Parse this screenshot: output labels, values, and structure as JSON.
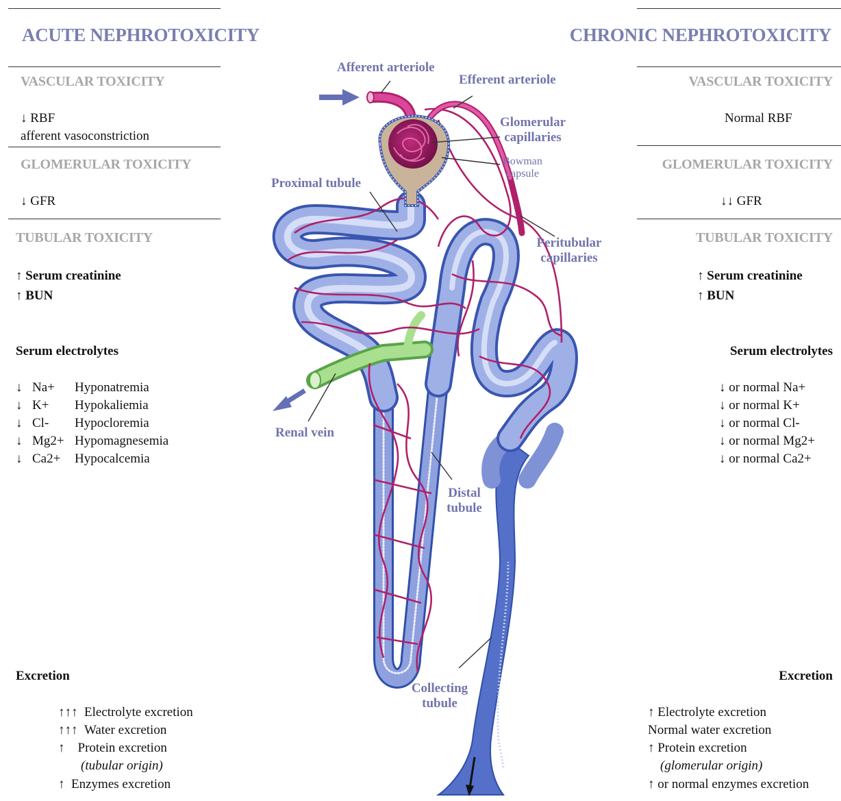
{
  "left": {
    "title": "ACUTE NEPHROTOXICITY",
    "vascular": {
      "heading": "VASCULAR TOXICITY",
      "line1": "↓ RBF",
      "line2": "afferent vasoconstriction"
    },
    "glomerular": {
      "heading": "GLOMERULAR TOXICITY",
      "line1": "↓ GFR"
    },
    "tubular": {
      "heading": "TUBULAR TOXICITY",
      "creatinine": "↑  Serum creatinine",
      "bun": "↑ BUN",
      "electrolytes_heading": "Serum electrolytes",
      "electrolytes": [
        {
          "arrow": "↓",
          "ion": "Na+",
          "condition": "Hyponatremia"
        },
        {
          "arrow": "↓",
          "ion": "K+",
          "condition": "Hypokaliemia"
        },
        {
          "arrow": "↓",
          "ion": "Cl-",
          "condition": "Hypocloremia"
        },
        {
          "arrow": "↓",
          "ion": "Mg2+",
          "condition": "Hypomagnesemia"
        },
        {
          "arrow": "↓",
          "ion": "Ca2+",
          "condition": "Hypocalcemia"
        }
      ]
    },
    "excretion": {
      "heading": "Excretion",
      "lines": [
        {
          "arrows": "↑↑↑",
          "text": "Electrolyte excretion"
        },
        {
          "arrows": "↑↑↑",
          "text": "Water excretion"
        },
        {
          "arrows": "↑",
          "text": "Protein excretion"
        },
        {
          "arrows": "",
          "text": "(tubular origin)"
        },
        {
          "arrows": "↑",
          "text": "Enzymes excretion"
        }
      ]
    }
  },
  "right": {
    "title": "CHRONIC NEPHROTOXICITY",
    "vascular": {
      "heading": "VASCULAR TOXICITY",
      "line1": "Normal RBF"
    },
    "glomerular": {
      "heading": "GLOMERULAR TOXICITY",
      "line1": "↓↓ GFR"
    },
    "tubular": {
      "heading": "TUBULAR TOXICITY",
      "creatinine": "↑ Serum creatinine",
      "bun": "↑ BUN",
      "electrolytes_heading": "Serum electrolytes",
      "electrolytes": [
        "↓ or normal Na+",
        "↓ or normal K+",
        "↓ or normal Cl-",
        "↓ or normal Mg2+",
        "↓ or normal Ca2+"
      ]
    },
    "excretion": {
      "heading": "Excretion",
      "lines": [
        "↑  Electrolyte excretion",
        "Normal water excretion",
        "↑  Protein excretion",
        "(glomerular origin)",
        "↑  or normal enzymes excretion"
      ]
    }
  },
  "diagram": {
    "afferent_arteriole": "Afferent arteriole",
    "efferent_arteriole": "Efferent arteriole",
    "glomerular_capillaries": [
      "Glomerular",
      "capillaries"
    ],
    "bowman_capsule": [
      "Bowman",
      "capsule"
    ],
    "proximal_tubule": "Proximal tubule",
    "peritubular_capillaries": [
      "Peritubular",
      "capillaries"
    ],
    "renal_vein": "Renal vein",
    "distal_tubule": [
      "Distal",
      "tubule"
    ],
    "collecting_tubule": [
      "Collecting",
      "tubule"
    ]
  },
  "colors": {
    "title": "#7a7fb0",
    "section_heading": "#a7a7a7",
    "label": "#7274ad",
    "tubule": "#7f92d6",
    "capillary": "#b0206a",
    "vein": "#8fd07a"
  }
}
